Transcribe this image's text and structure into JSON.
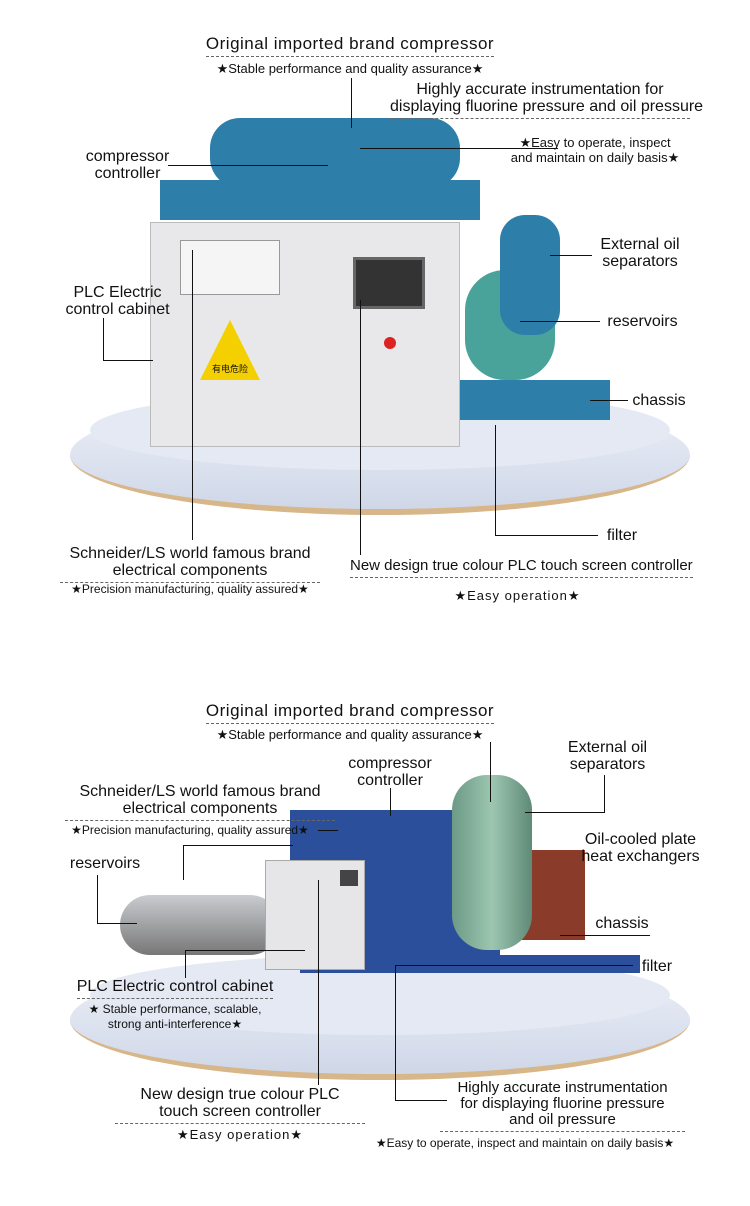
{
  "top": {
    "compressor": {
      "title": "Original imported brand compressor",
      "sub": "★Stable performance and quality assurance★"
    },
    "instrumentation": {
      "line1": "Highly accurate instrumentation for",
      "line2": "displaying fluorine pressure and oil pressure"
    },
    "easy_operate": {
      "line1": "★Easy to operate, inspect",
      "line2": "and maintain on daily basis★"
    },
    "compressor_controller": {
      "line1": "compressor",
      "line2": "controller"
    },
    "oil_separators": {
      "line1": "External oil",
      "line2": "separators"
    },
    "plc_cabinet": {
      "line1": "PLC Electric",
      "line2": "control cabinet"
    },
    "reservoirs": "reservoirs",
    "chassis": "chassis",
    "filter": "filter",
    "schneider": {
      "line1": "Schneider/LS world famous brand",
      "line2": "electrical components",
      "sub": "★Precision manufacturing, quality assured★"
    },
    "touch_screen": {
      "title": "New design true colour PLC touch screen controller",
      "sub": "★Easy operation★"
    },
    "warning_sign": "有电危险"
  },
  "bottom": {
    "compressor": {
      "title": "Original imported brand compressor",
      "sub": "★Stable performance and quality assurance★"
    },
    "oil_separators": {
      "line1": "External oil",
      "line2": "separators"
    },
    "compressor_controller": {
      "line1": "compressor",
      "line2": "controller"
    },
    "schneider": {
      "line1": "Schneider/LS world famous brand",
      "line2": "electrical components",
      "sub": "★Precision manufacturing, quality assured★"
    },
    "heat_exchangers": {
      "line1": "Oil-cooled plate",
      "line2": "heat exchangers"
    },
    "reservoirs": "reservoirs",
    "chassis": "chassis",
    "filter": "filter",
    "plc_cabinet": {
      "title": "PLC Electric control cabinet",
      "sub1": "★ Stable performance, scalable,",
      "sub2": "strong anti-interference★"
    },
    "touch_screen": {
      "line1": "New design true colour PLC",
      "line2": "touch screen controller",
      "sub": "★Easy operation★"
    },
    "instrumentation": {
      "line1": "Highly accurate instrumentation",
      "line2": "for displaying fluorine pressure",
      "line3": "and oil pressure",
      "sub": "★Easy to operate, inspect and maintain on daily basis★"
    }
  }
}
